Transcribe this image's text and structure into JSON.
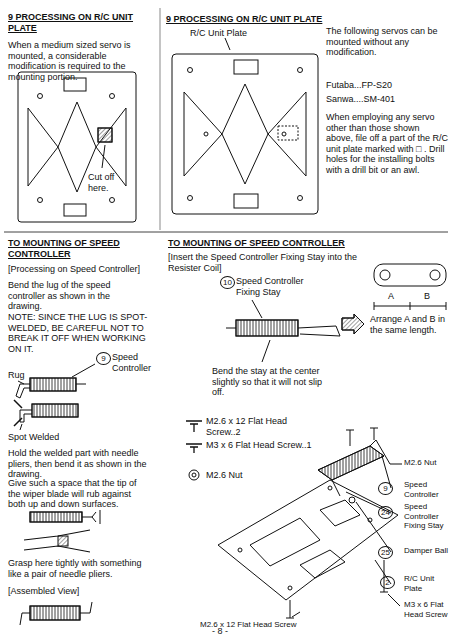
{
  "diagram": {
    "caption": "- 8 -",
    "labels": [
      "9 PROCESSING ON R/C UNIT PLATE",
      "When a medium sized servo is mounted, a considerable modification is required to the mounting portion.",
      "Cut off here.",
      "9 PROCESSING ON R/C UNIT PLATE",
      "R/C Unit Plate",
      "The following servos can be mounted without any modification.",
      "Futaba...FP-S20",
      "Sanwa....SM-401",
      "When employing any servo other than those shown above, file off a part of the R/C unit plate marked with □ . Drill holes for the installing bolts with a drill bit or an awl.",
      "TO MOUNTING OF SPEED CONTROLLER",
      "[Processing on Speed Controller]",
      "Bend the lug of the speed controller as shown in the drawing.",
      "NOTE: SINCE THE LUG IS SPOT-WELDED, BE CAREFUL NOT TO BREAK IT OFF WHEN WORKING ON IT.",
      "9",
      "Speed Controller",
      "Rug",
      "Spot Welded",
      "Hold the welded part with needle pliers, then bend it as shown in the drawing.",
      "Give such a space that the tip of the wiper blade will rub against both up and down surfaces.",
      "Grasp here tightly with something like a pair of needle pliers.",
      "[Assembled View]",
      "TO MOUNTING OF SPEED CONTROLLER",
      "[Insert the Speed Controller Fixing Stay into the Resister Coil]",
      "10",
      "Speed Controller Fixing Stay",
      "Bend the stay at the center slightly so that it will not slip off.",
      "A",
      "B",
      "Arrange A and B in the same length.",
      "M2.6 x 12 Flat Head Screw..2",
      "M3 x 6 Flat Head Screw..1",
      "M2.6 Nut",
      "M2.6 Nut",
      "9",
      "Speed Controller",
      "24",
      "Speed Controller Fixing Stay",
      "25",
      "Damper Ball",
      "2",
      "R/C Unit Plate",
      "M3 x 6 Flat Head Screw",
      "M2.6 x 12 Flat Head Screw"
    ]
  }
}
